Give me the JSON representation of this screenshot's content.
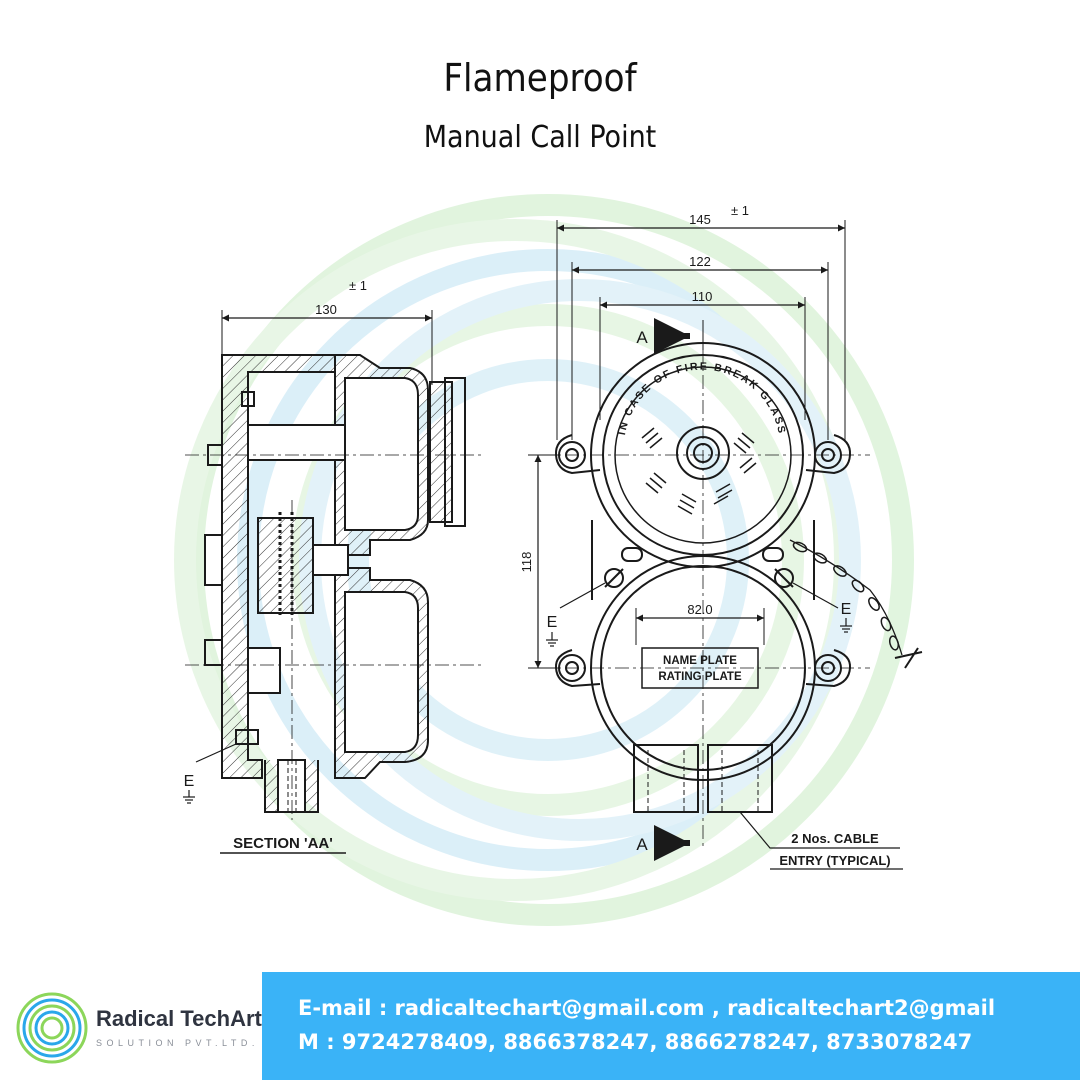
{
  "title": "Flameproof",
  "subtitle": "Manual Call Point",
  "dimensions": {
    "d145": "145",
    "d122": "122",
    "d110": "110",
    "d130": "130",
    "d118": "118",
    "d82": "82.0",
    "tol_right": "± 1",
    "tol_left": "± 1"
  },
  "labels": {
    "section_arrow_top": "A",
    "section_arrow_bottom": "A",
    "earth_left": "E",
    "earth_right": "E",
    "earth_section": "E",
    "section_caption": "SECTION 'AA'",
    "name_plate": "NAME PLATE",
    "rating_plate": "RATING PLATE",
    "cable_entry_line1": "2 Nos. CABLE",
    "cable_entry_line2": "ENTRY (TYPICAL)",
    "glass_text": "IN CASE OF FIRE BREAK GLASS"
  },
  "brand": {
    "name": "Radical TechArt",
    "tagline": "SOLUTION PVT.LTD."
  },
  "contact": {
    "email_line": "E-mail : radicaltechart@gmail.com , radicaltechart2@gmail",
    "phone_line": "M : 9724278409, 8866378247, 8866278247, 8733078247"
  },
  "colors": {
    "accent_blue": "#3ab3f7",
    "ring_green": "#c9ecc4",
    "ring_blue": "#bfe3f3",
    "line": "#1a1a1a"
  }
}
